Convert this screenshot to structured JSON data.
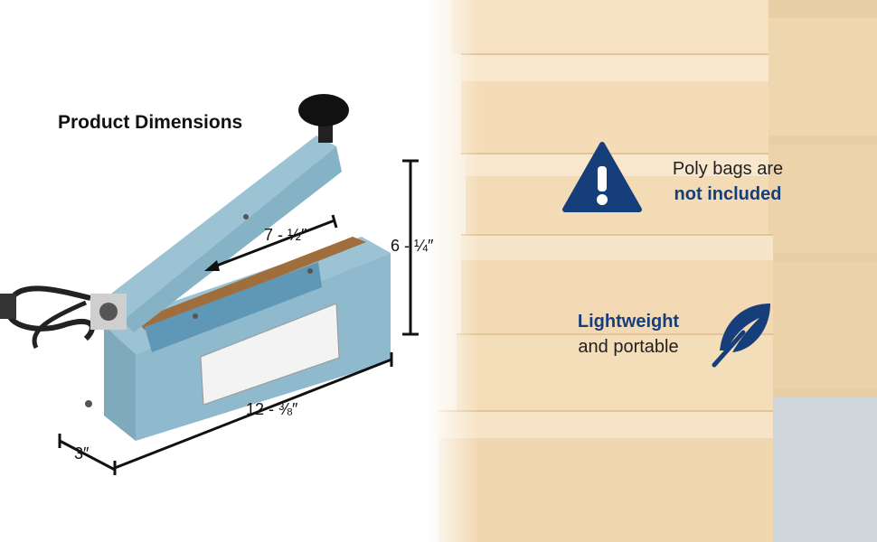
{
  "heading": "Product Dimensions",
  "dimensions": {
    "width": "7 - ½″",
    "height": "6 - ¼″",
    "length": "12 - ⅜″",
    "depth": "3″"
  },
  "notices": {
    "poly_bags": {
      "line1": "Poly bags are",
      "line2": "not included",
      "icon": "warning-icon"
    },
    "weight": {
      "line1": "Lightweight",
      "line2": "and portable",
      "icon": "feather-icon"
    }
  },
  "colors": {
    "accent": "#163e7a",
    "sealer_body": "#8fb9cc",
    "box_beige": "#efd9b4"
  }
}
